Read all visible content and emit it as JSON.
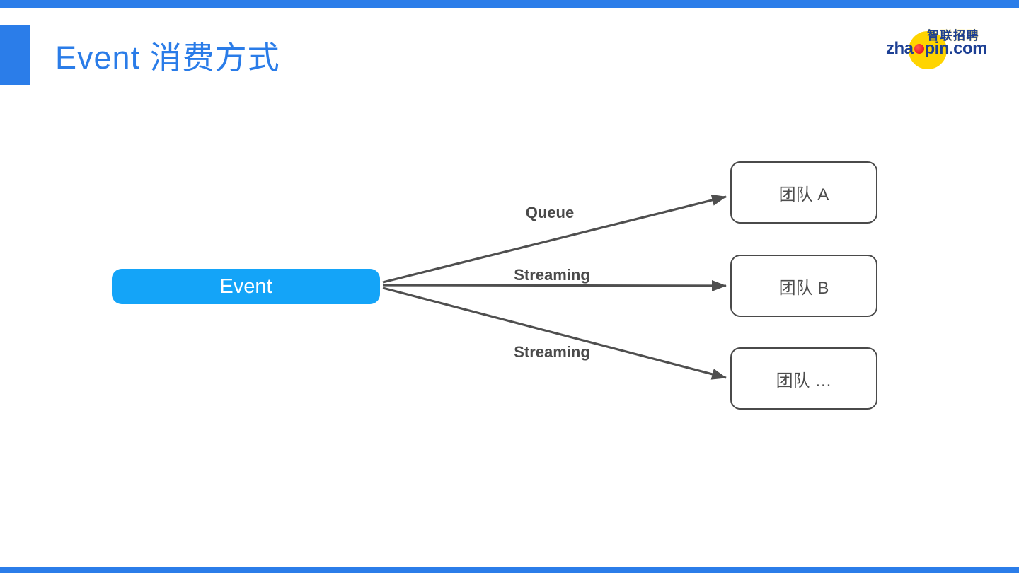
{
  "slide": {
    "title": "Event 消费方式"
  },
  "logo": {
    "cn": "智联招聘",
    "en_prefix": "zha",
    "en_suffix": "pin.com",
    "dot_icon": "red-dot-o-icon"
  },
  "diagram": {
    "source_label": "Event",
    "edges": [
      {
        "label": "Queue"
      },
      {
        "label": "Streaming"
      },
      {
        "label": "Streaming"
      }
    ],
    "targets": [
      {
        "label": "团队 A"
      },
      {
        "label": "团队 B"
      },
      {
        "label": "团队 …"
      }
    ]
  },
  "colors": {
    "accent_blue": "#2b7de9",
    "event_box_blue": "#14a4f8",
    "arrow_gray": "#4f4f4f",
    "box_border_gray": "#4a4a4a",
    "logo_navy": "#1c3f94",
    "logo_yellow": "#ffd400",
    "logo_red": "#e60012"
  }
}
